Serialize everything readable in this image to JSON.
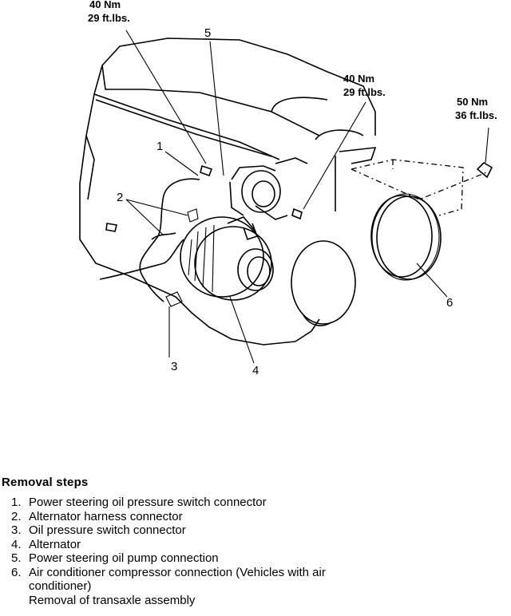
{
  "torque_labels": [
    {
      "nm": "40 Nm",
      "ftlbs": "29 ft.lbs."
    },
    {
      "nm": "40 Nm",
      "ftlbs": "29 ft.lbs."
    },
    {
      "nm": "50 Nm",
      "ftlbs": "36 ft.lbs."
    }
  ],
  "callouts": [
    "1",
    "2",
    "3",
    "4",
    "5",
    "6"
  ],
  "removal": {
    "title": "Removal steps",
    "steps": [
      {
        "num": "1.",
        "text": "Power steering oil pressure switch connector"
      },
      {
        "num": "2.",
        "text": "Alternator harness connector"
      },
      {
        "num": "3.",
        "text": "Oil pressure switch connector"
      },
      {
        "num": "4.",
        "text": "Alternator"
      },
      {
        "num": "5.",
        "text": "Power steering oil pump connection"
      },
      {
        "num": "6.",
        "text": "Air conditioner compressor connection (Vehicles with air conditioner)"
      }
    ],
    "note": "Removal of transaxle assembly"
  }
}
